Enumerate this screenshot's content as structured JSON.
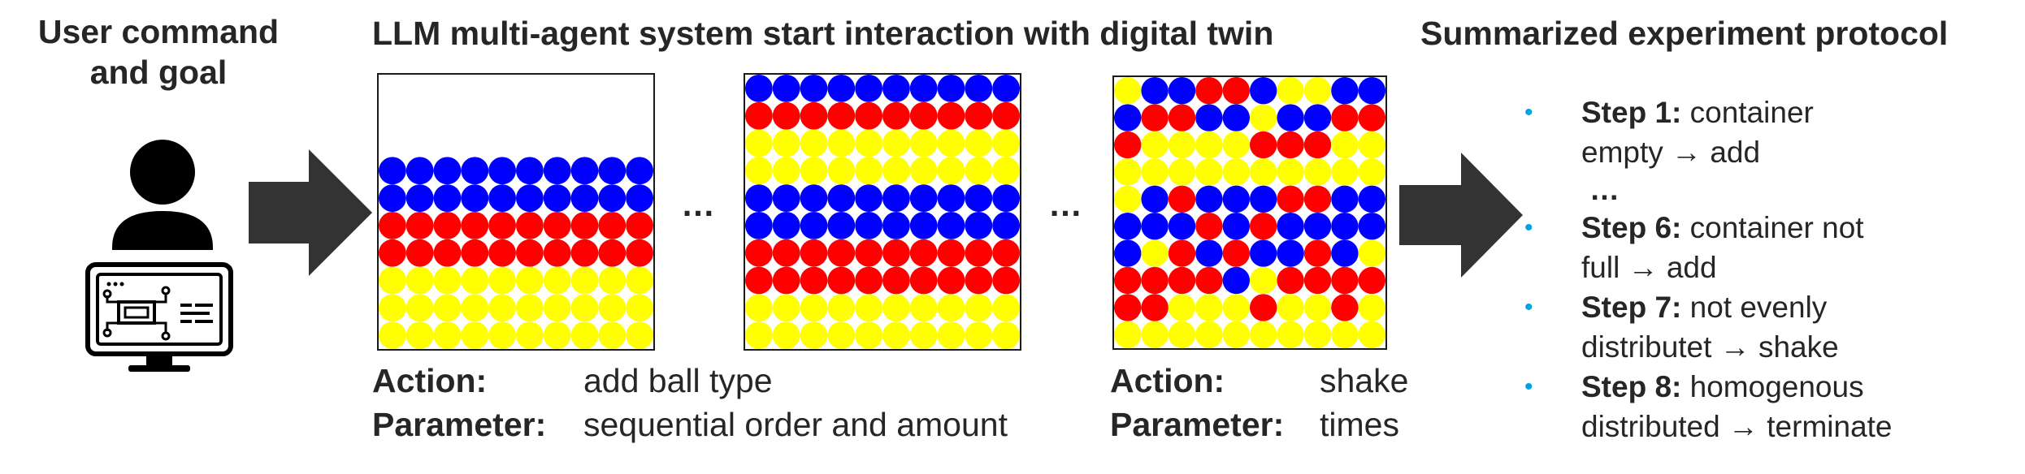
{
  "columns": {
    "user": {
      "title_line1": "User command",
      "title_line2": "and goal"
    },
    "interaction": {
      "title": "LLM multi-agent system start interaction with digital twin"
    },
    "protocol": {
      "title": "Summarized experiment protocol"
    }
  },
  "icons": {
    "user": "person-icon",
    "computer": "monitor-circuit-icon",
    "arrow": "right-arrow-icon"
  },
  "colors": {
    "blue": "#0000ff",
    "red": "#ff0000",
    "yellow": "#ffff00",
    "bullet": "#00a2e0"
  },
  "ellipsis": "…",
  "action_left": {
    "action_label": "Action:",
    "action_value": "add ball type",
    "param_label": "Parameter:",
    "param_value": "sequential order and amount"
  },
  "action_right": {
    "action_label": "Action:",
    "action_value": "shake",
    "param_label": "Parameter:",
    "param_value": "times"
  },
  "steps": [
    {
      "label": "Step 1:",
      "line1": "container",
      "line2": "empty → add"
    },
    {
      "label": "",
      "line1": "…",
      "line2": ""
    },
    {
      "label": "Step 6:",
      "line1": "container not",
      "line2": "full → add"
    },
    {
      "label": "Step 7:",
      "line1": "not evenly",
      "line2": "distributet → shake"
    },
    {
      "label": "Step 8:",
      "line1": "homogenous",
      "line2": "distributed → terminate"
    }
  ],
  "grids": {
    "panel1": [
      "WWWWWWWWWWWWWWWWWWWWWWWWWWWWWWWWWWWWWWWWWWWWWWWWWW"
    ],
    "panel1_rows": [
      "WWWWWWWWWW",
      "WWWWWWWWWW",
      "WWWWWWWWWW",
      "BBBBBBBBBB",
      "BBBBBBBBBB",
      "RRRRRRRRRR",
      "RRRRRRRRRR",
      "YYYYYYYYYY",
      "YYYYYYYYYY",
      "YYYYYYYYYY"
    ],
    "panel2_rows": [
      "BBBBBBBBBB",
      "RRRRRRRRRR",
      "YYYYYYYYYY",
      "YYYYYYYYYY",
      "BBBBBBBBBB",
      "BBBBBBBBBB",
      "RRRRRRRRRR",
      "RRRRRRRRRR",
      "YYYYYYYYYY",
      "YYYYYYYYYY"
    ],
    "panel3_rows": [
      "YBBRRBYYBB",
      "BRRBBYBBRR",
      "RYYYYRRRYY",
      "YYYYYYYYYY",
      "YBRBBBRRBB",
      "BBBRBRBBBB",
      "BYRBRBBRBY",
      "RRRRBYRRRR",
      "RRYYYRYYRY",
      "YYYYYYYYYY"
    ]
  }
}
